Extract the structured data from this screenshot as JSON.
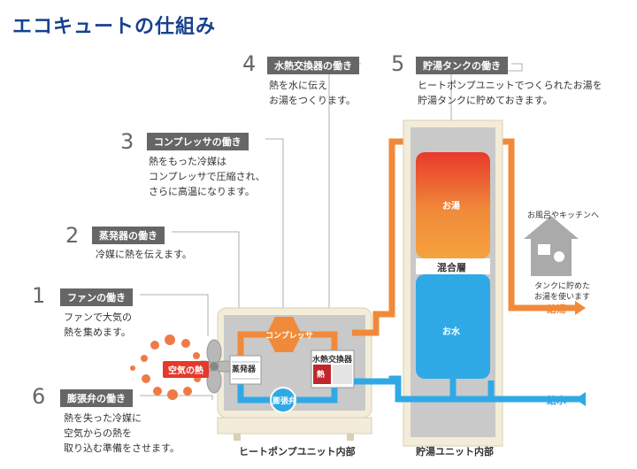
{
  "title": "エコキュートの仕組み",
  "steps": [
    {
      "num": "1",
      "label": "ファンの働き",
      "desc": "ファンで大気の\n熱を集めます。"
    },
    {
      "num": "2",
      "label": "蒸発器の働き",
      "desc": "冷媒に熱を伝えます。"
    },
    {
      "num": "3",
      "label": "コンプレッサの働き",
      "desc": "熱をもった冷媒は\nコンプレッサで圧縮され、\nさらに高温になります。"
    },
    {
      "num": "4",
      "label": "水熱交換器の働き",
      "desc": "熱を水に伝え\nお湯をつくります。"
    },
    {
      "num": "5",
      "label": "貯湯タンクの働き",
      "desc": "ヒートポンプユニットでつくられたお湯を\n貯湯タンクに貯めておきます。"
    },
    {
      "num": "6",
      "label": "膨張弁の働き",
      "desc": "熱を失った冷媒に\n空気からの熱を\n取り込む準備をさせます。"
    }
  ],
  "diagram": {
    "air_heat": "空気の熱",
    "evaporator": "蒸発器",
    "compressor": "コンプレッサ",
    "heat_exchanger": "水熱交換器",
    "heat_short": "熱",
    "expansion_valve": "膨張弁",
    "hot_water": "お湯",
    "mixed_layer": "混合層",
    "water": "お水",
    "bath_kitchen": "お風呂やキッチンへ",
    "tank_note_1": "タンクに貯めた",
    "tank_note_2": "お湯を使います",
    "supply_hot": "給湯",
    "supply_water": "給水",
    "heatpump_caption": "ヒートポンプユニット内部",
    "tank_caption": "貯湯ユニット内部"
  },
  "colors": {
    "title": "#17418f",
    "orange": "#f08a3a",
    "blue": "#2fa9e6",
    "label_bg": "#666666",
    "unit": "#f3ecd8"
  }
}
